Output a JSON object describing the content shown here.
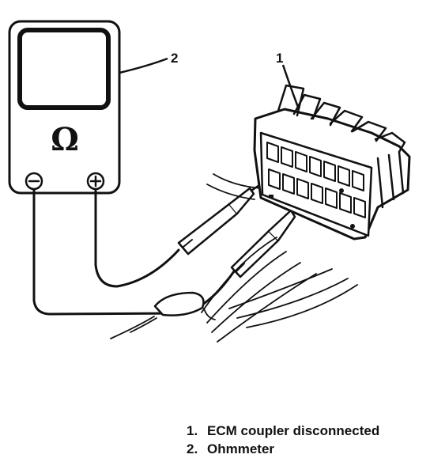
{
  "callouts": {
    "coupler_number": "1",
    "meter_number": "2"
  },
  "meter": {
    "symbol": "Ω",
    "negative_terminal_icon": "minus-circle-icon",
    "positive_terminal_icon": "plus-circle-icon"
  },
  "legend": [
    {
      "number": "1.",
      "text": "ECM coupler disconnected"
    },
    {
      "number": "2.",
      "text": "Ohmmeter"
    }
  ]
}
